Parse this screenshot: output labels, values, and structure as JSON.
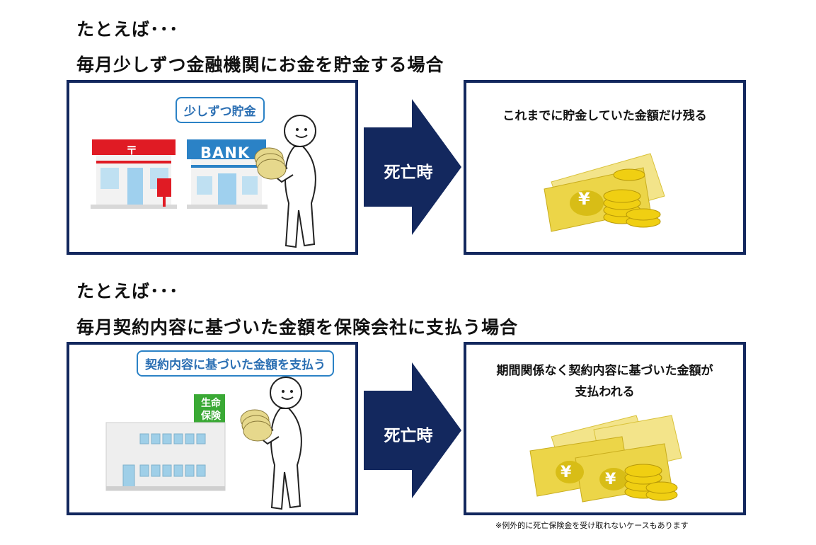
{
  "section1": {
    "intro": "たとえば･･･",
    "title": "毎月少しずつ金融機関にお金を貯金する場合",
    "speech": "少しずつ貯金",
    "bank_sign": "BANK",
    "post_sign": "〒",
    "arrow_label": "死亡時",
    "result": "これまでに貯金していた金額だけ残る"
  },
  "section2": {
    "intro": "たとえば･･･",
    "title": "毎月契約内容に基づいた金額を保険会社に支払う場合",
    "speech": "契約内容に基づいた金額を支払う",
    "insurance_sign_line1": "生命",
    "insurance_sign_line2": "保険",
    "arrow_label": "死亡時",
    "result_line1": "期間関係なく契約内容に基づいた金額が",
    "result_line2": "支払われる",
    "note": "※例外的に死亡保険金を受け取れないケースもあります"
  },
  "symbols": {
    "yen": "¥"
  },
  "colors": {
    "navy": "#13285e",
    "post_red": "#e01b24",
    "bank_blue": "#2b82c6",
    "insurance_green": "#3aa935",
    "gold": "#e8c312"
  }
}
